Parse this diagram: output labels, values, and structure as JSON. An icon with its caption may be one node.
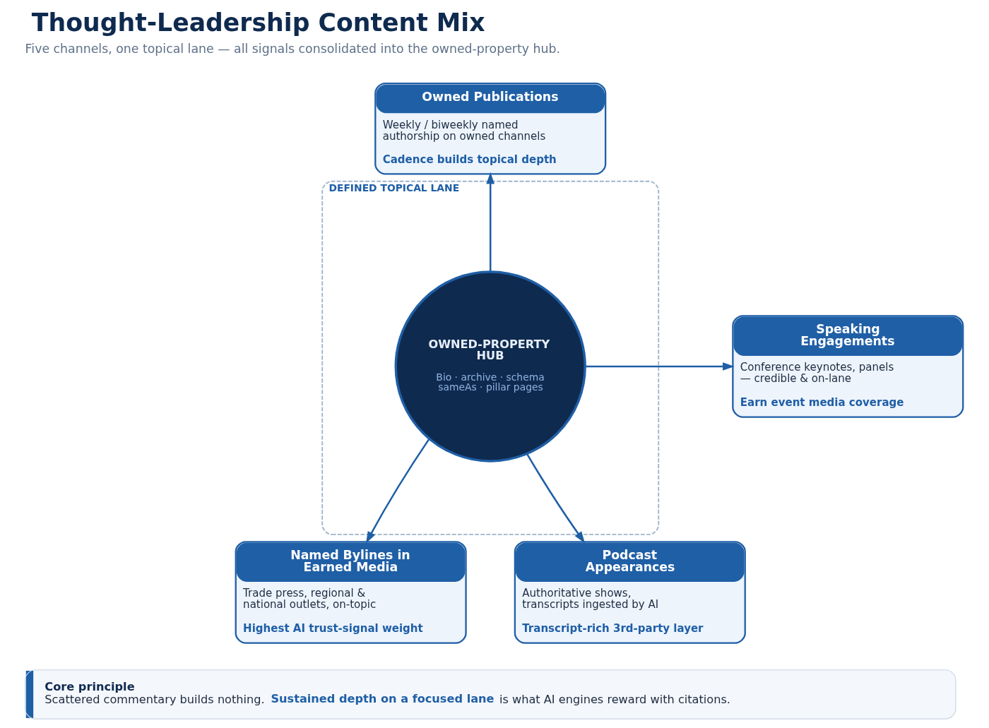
{
  "diagram": {
    "title": "Thought-Leadership Content Mix",
    "nodes": [
      {
        "text": [
          "Owned Publications",
          "Weekly / biweekly named authorship on owned channels",
          "Cadence builds topical depth"
        ]
      },
      {
        "text": [
          "Speaking Engagements",
          "Conference keynotes, panels — credible & on-lane",
          "Earn event media coverage"
        ]
      },
      {
        "text": [
          "DEFINED TOPICAL LANE"
        ]
      },
      {
        "text": [
          "OWNED-PROPERTY HUB",
          "Bio · archive · schema sameAs · pillar pages"
        ],
        "in": 2
      },
      {
        "text": [
          "Named Bylines in Earned Media",
          "Trade press, regional & national outlets, on-topic",
          "Highest AI trust-signal weight"
        ]
      },
      {
        "text": [
          "Podcast Appearances",
          "Authoritative shows, transcripts ingested by AI",
          "Transcript-rich 3rd-party layer"
        ]
      },
      {
        "text": [
          "Core principle",
          "Scattered commentary builds nothing. **Sustained depth on a focused lane** is what AI engines reward with citations."
        ]
      }
    ],
    "edges": [
      {
        "from": 3,
        "to": 0,
        "arrow": "to"
      },
      {
        "from": 3,
        "to": 1,
        "arrow": "to"
      },
      {
        "from": 3,
        "to": 4,
        "arrow": "to"
      },
      {
        "from": 3,
        "to": 5,
        "arrow": "to"
      }
    ],
    "labels": [
      "Five channels, one topical lane — all signals consolidated into the owned-property hub."
    ]
  }
}
